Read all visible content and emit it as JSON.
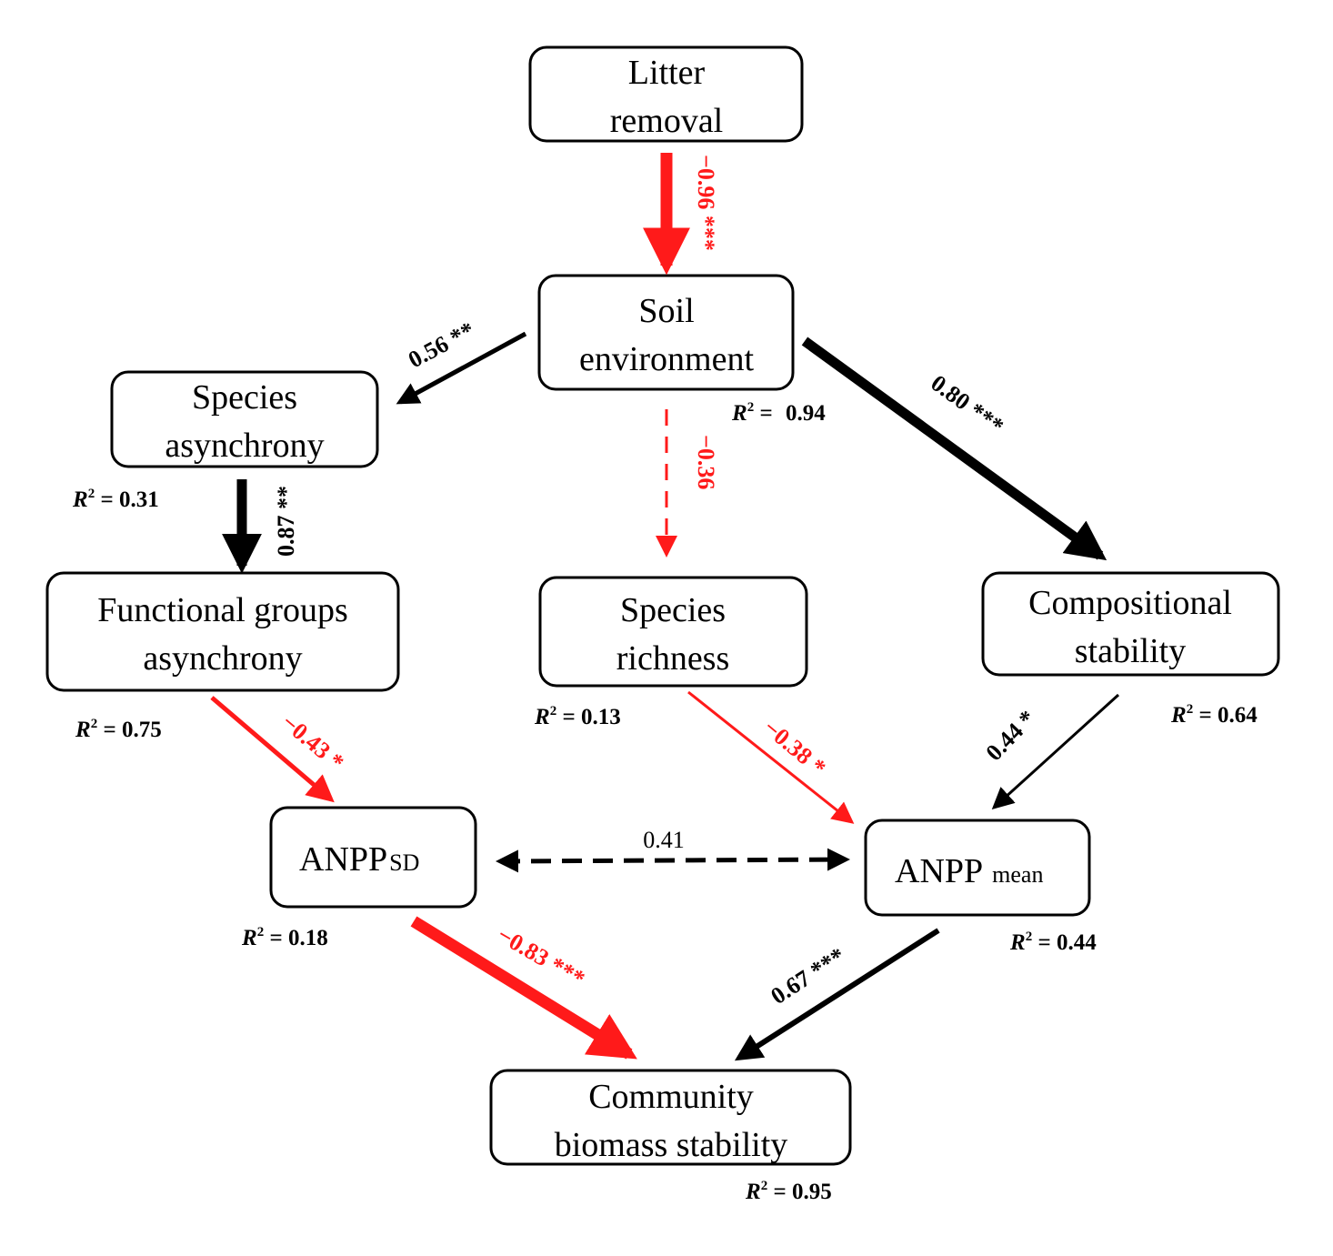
{
  "colors": {
    "negative": "#ff1a1a",
    "positive": "#000000",
    "box_border": "#000000"
  },
  "nodes": {
    "litter": {
      "line1": "Litter",
      "line2": "removal"
    },
    "soil": {
      "line1": "Soil",
      "line2": "environment",
      "r2": "0.94"
    },
    "species_async": {
      "line1": "Species",
      "line2": "asynchrony",
      "r2": "0.31"
    },
    "fg_async": {
      "line1": "Functional groups",
      "line2": "asynchrony",
      "r2": "0.75"
    },
    "richness": {
      "line1": "Species",
      "line2": "richness",
      "r2": "0.13"
    },
    "comp_stab": {
      "line1": "Compositional",
      "line2": "stability",
      "r2": "0.64"
    },
    "anpp_sd": {
      "main": "ANPP",
      "sub": "SD",
      "r2": "0.18"
    },
    "anpp_mean": {
      "main": "ANPP",
      "sub": "mean",
      "r2": "0.44"
    },
    "community": {
      "line1": "Community",
      "line2": "biomass stability",
      "r2": "0.95"
    }
  },
  "r2_prefix": "R",
  "r2_sup": "2",
  "r2_eq": " = ",
  "paths": {
    "litter_soil": "−0.96 ***",
    "soil_species_async": "0.56 **",
    "soil_richness": "−0.36",
    "soil_comp": "0.80 ***",
    "species_fg": "0.87 **",
    "fg_sd": "−0.43 *",
    "richness_mean": "−0.38 *",
    "comp_mean": "0.44 *",
    "sd_mean": "0.41",
    "sd_community": "−0.83 ***",
    "mean_community": "0.67 ***"
  }
}
